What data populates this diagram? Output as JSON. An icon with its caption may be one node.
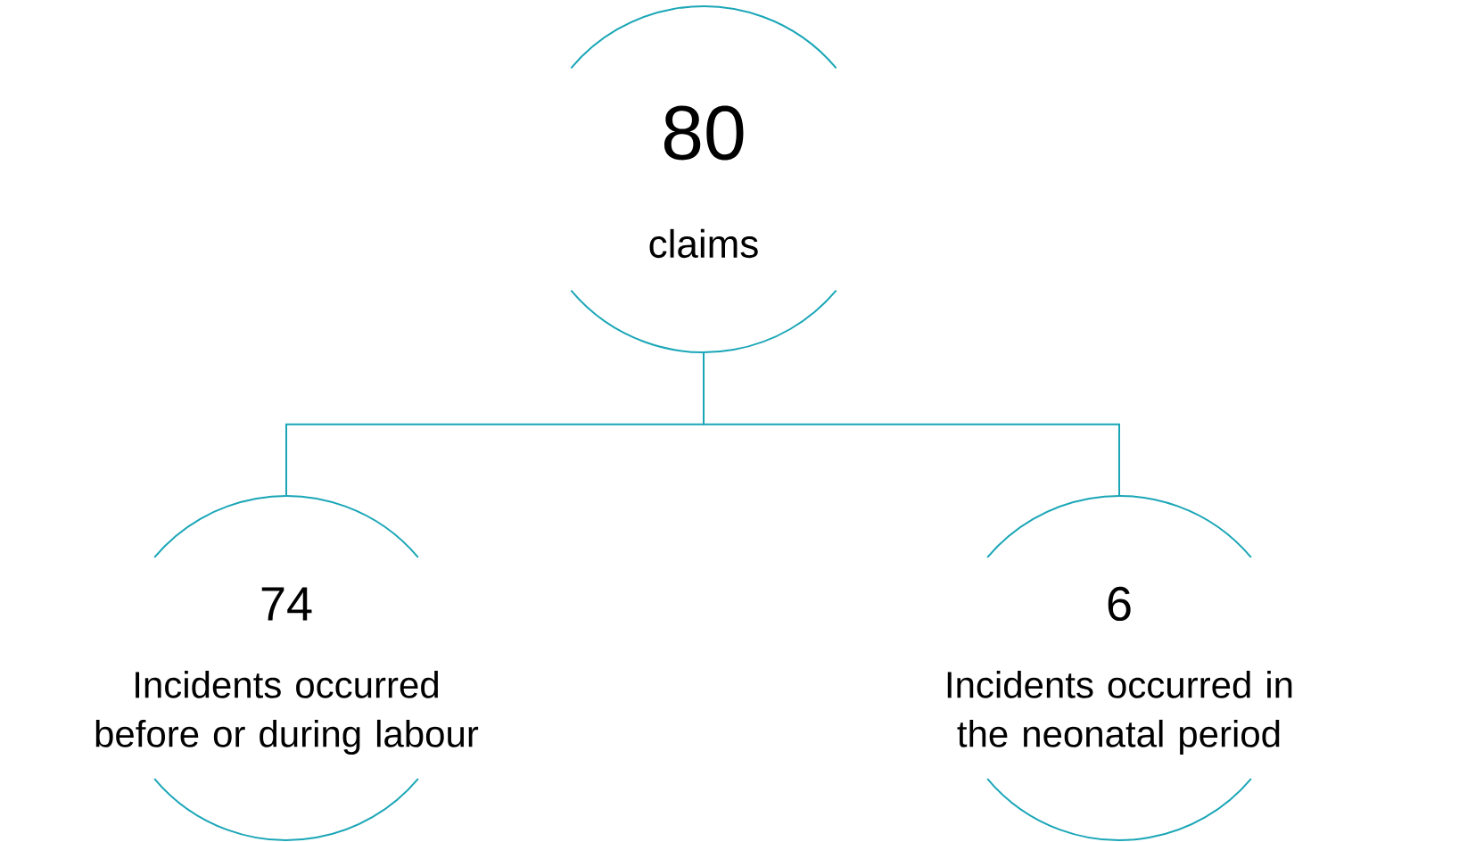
{
  "diagram": {
    "nodes": [
      {
        "text": [
          "80",
          "claims"
        ]
      },
      {
        "text": [
          "74",
          "Incidents occurred before or during labour"
        ]
      },
      {
        "text": [
          "6",
          "Incidents occurred in the neonatal period"
        ]
      }
    ],
    "edges": [
      {
        "from": 0,
        "to": 1,
        "arrow": "none"
      },
      {
        "from": 0,
        "to": 2,
        "arrow": "none"
      }
    ]
  }
}
